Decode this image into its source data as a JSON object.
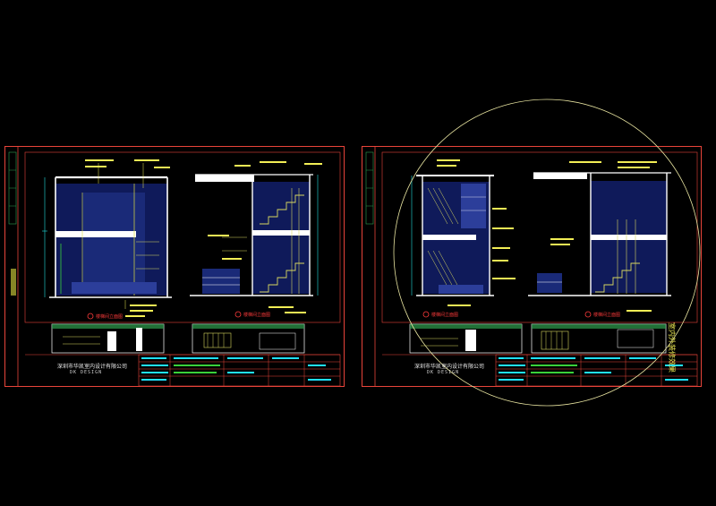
{
  "sheets": [
    {
      "company": "深圳市华凯室内设计有限公司",
      "subline": "DK    DESIGN",
      "captions": [
        "楼梯间立面图",
        "楼梯间立面图"
      ]
    },
    {
      "company": "深圳市华凯室内设计有限公司",
      "subline": "DK    DESIGN",
      "captions": [
        "楼梯间立面图",
        "楼梯间立面图"
      ]
    }
  ],
  "stamp_text": "室内外装修效果",
  "colors": {
    "background": "#000000",
    "frame": "#e8443a",
    "wall": "#ffffff",
    "glass": "#1a2a78",
    "dimension": "#20e0e0",
    "stair": "#d8d860",
    "annotation": "#f2ee55",
    "circle": "#e8e4a0"
  }
}
